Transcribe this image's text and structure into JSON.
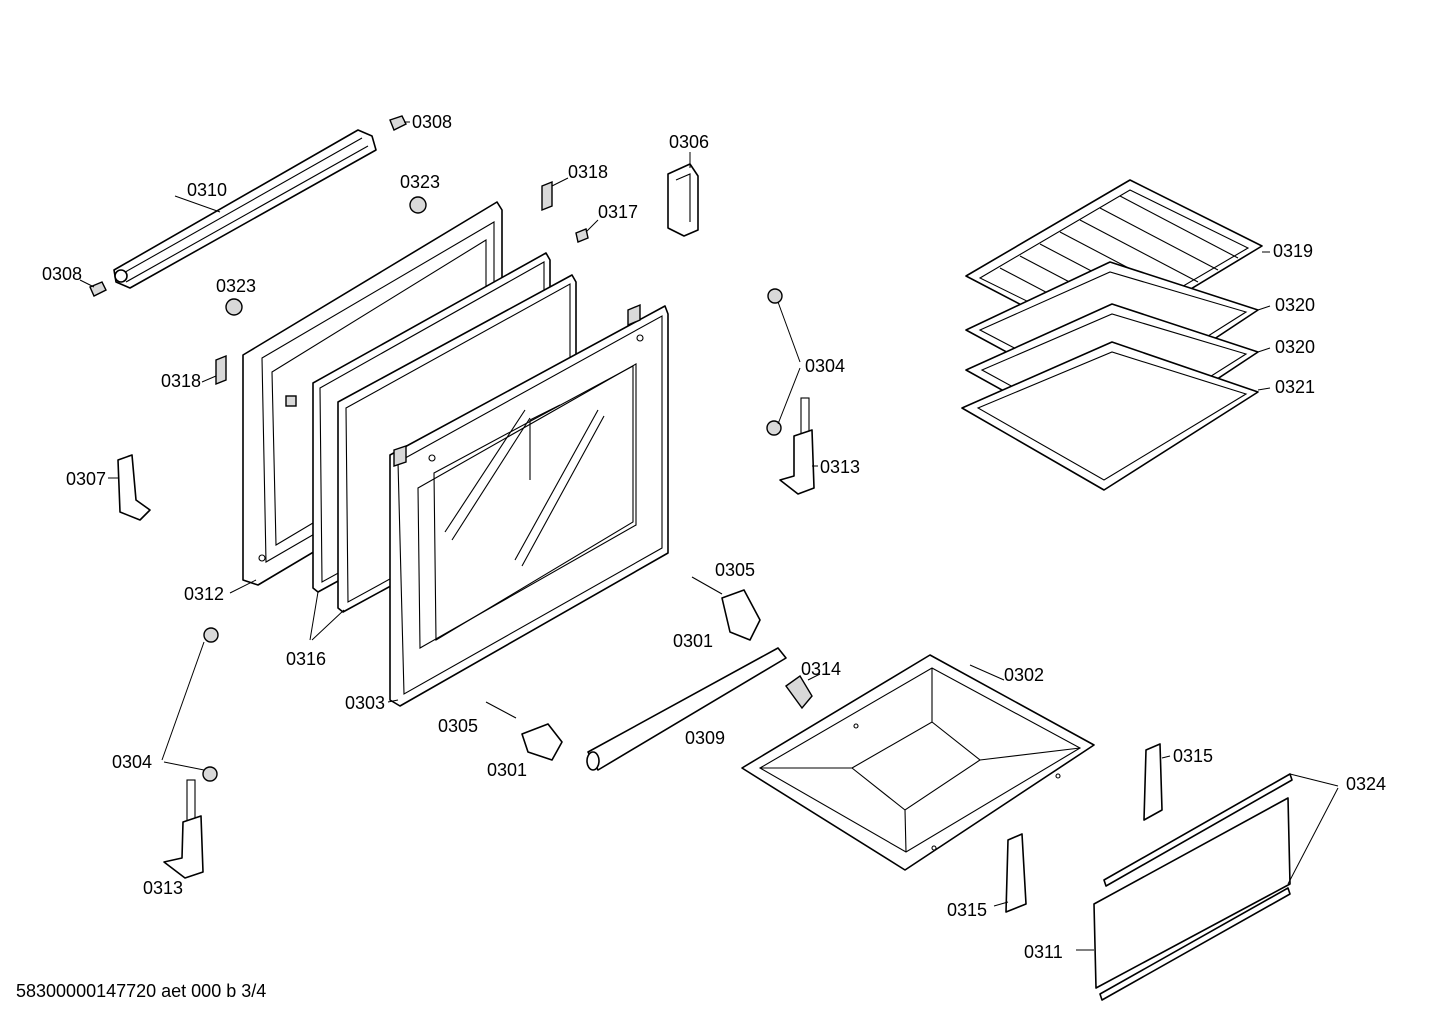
{
  "footer_text": "58300000147720 aet 000 b 3/4",
  "labels": {
    "l0308a": "0308",
    "l0308b": "0308",
    "l0310": "0310",
    "l0323a": "0323",
    "l0323b": "0323",
    "l0318a": "0318",
    "l0318b": "0318",
    "l0317": "0317",
    "l0306": "0306",
    "l0307": "0307",
    "l0312": "0312",
    "l0316": "0316",
    "l0303": "0303",
    "l0304a": "0304",
    "l0304b": "0304",
    "l0313a": "0313",
    "l0313b": "0313",
    "l0305a": "0305",
    "l0305b": "0305",
    "l0301a": "0301",
    "l0301b": "0301",
    "l0309": "0309",
    "l0314": "0314",
    "l0302": "0302",
    "l0315a": "0315",
    "l0315b": "0315",
    "l0324": "0324",
    "l0311": "0311",
    "l0319": "0319",
    "l0320a": "0320",
    "l0320b": "0320",
    "l0321": "0321"
  }
}
